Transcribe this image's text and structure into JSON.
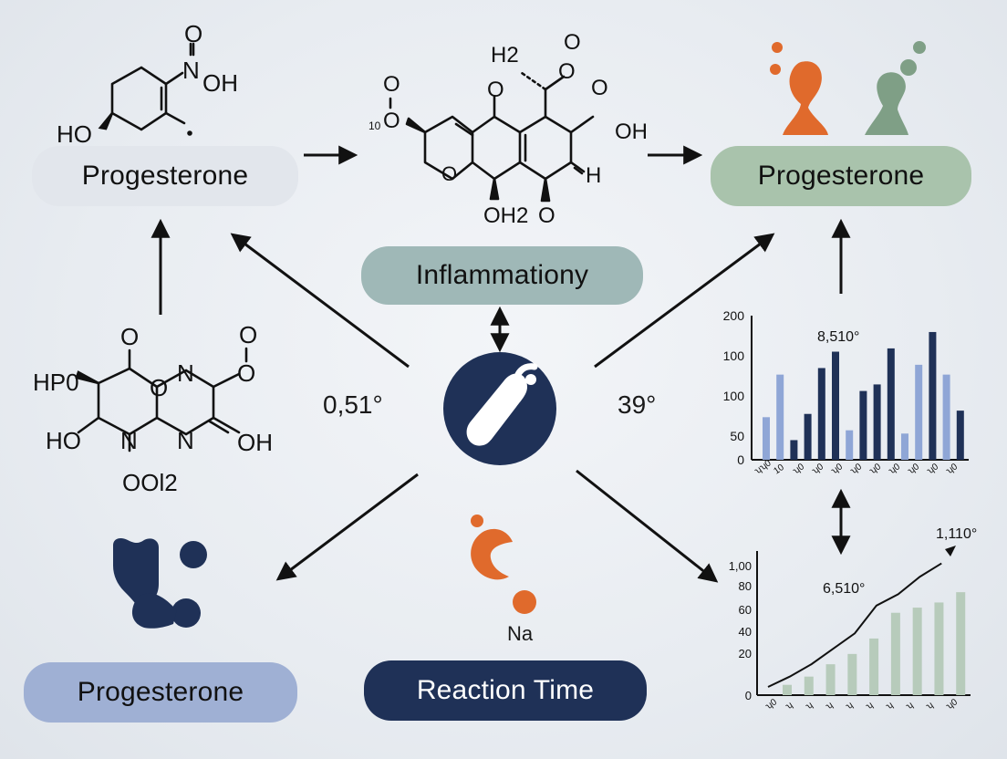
{
  "colors": {
    "navy": "#1f3157",
    "orange": "#e06a2c",
    "green": "#7f9f86",
    "light_blue": "#8fa6d6",
    "bar_green": "#b7cbbb",
    "pill_gray": "#e2e6ec",
    "pill_green": "#a9c3ac",
    "pill_teal": "#9fb8b7",
    "pill_blue": "#9fb0d4",
    "pill_navy": "#1f3157"
  },
  "pills": {
    "top_left": "Progesterone",
    "top_right": "Progesterone",
    "middle": "Inflammationy",
    "bottom_left": "Progesterone",
    "bottom_center": "Reaction Time"
  },
  "labels": {
    "left_value": "0,51°",
    "right_value": "39°",
    "sodium": "Na"
  },
  "molecule_labels": {
    "top_left": [
      "O",
      "N",
      "OH",
      "HO"
    ],
    "top_center": [
      "H2",
      "O",
      "O",
      "O",
      "O",
      "O",
      "10",
      "OH",
      "H",
      "OH2",
      "O"
    ],
    "left": [
      "O",
      "O",
      "HP0",
      "O",
      "N",
      "O",
      "HO",
      "N",
      "N",
      "OH",
      "OOl2"
    ]
  },
  "icons": {
    "center": "bacterium-icon",
    "top_right": "people-figures-icon",
    "bottom_left": "molecule-cluster-icon",
    "bottom_center": "sodium-ion-icon"
  },
  "chart_data": [
    {
      "type": "bar",
      "annotation": "8,510°",
      "ytick_labels": [
        "0",
        "50",
        "100",
        "100",
        "200"
      ],
      "xtick_labels": [
        "ʮʮ0",
        "10",
        "ʮ0",
        "ʮ0",
        "ʮ0",
        "ʮ0",
        "ʮ0",
        "ʮ0",
        "ʮ0",
        "ʮ0",
        "ʮ0",
        "ʮ0",
        "ʮ0",
        "ʮ0",
        "ʮ0",
        "ʮ0",
        "ʮ0",
        "ʮ0"
      ],
      "series": [
        {
          "values": [
            65,
            130,
            30,
            70,
            140,
            165,
            45,
            105,
            115,
            170,
            40,
            145,
            195,
            130,
            75
          ],
          "bar_colors": [
            "light",
            "light",
            "navy",
            "navy",
            "navy",
            "navy",
            "light",
            "navy",
            "navy",
            "navy",
            "light",
            "light",
            "navy",
            "light",
            "navy"
          ]
        }
      ],
      "ylim": [
        0,
        220
      ]
    },
    {
      "type": "bar-line",
      "annotations": [
        "6,510°",
        "1,110°"
      ],
      "ytick_labels": [
        "0",
        "20",
        "40",
        "60",
        "80",
        "1,00"
      ],
      "xtick_labels": [
        "ʮ0",
        "ʮ",
        "ʮ",
        "ʮ",
        "ʮ",
        "ʮ",
        "ʮ",
        "ʮ",
        "ʮ",
        "ʮ0"
      ],
      "bars": [
        10,
        18,
        30,
        40,
        55,
        80,
        85,
        90,
        100
      ],
      "line": [
        8,
        18,
        30,
        45,
        60,
        87,
        98,
        115,
        128
      ],
      "ylim": [
        0,
        140
      ]
    }
  ]
}
